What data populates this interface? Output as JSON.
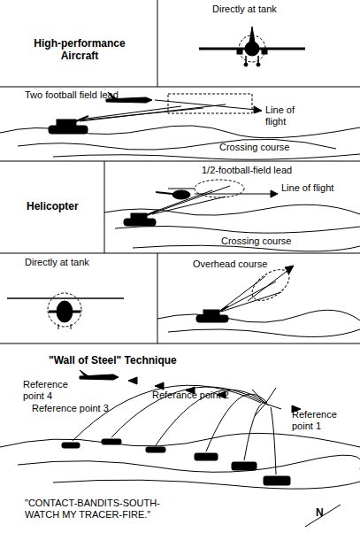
{
  "diagram": {
    "labels": [
      "High-performance Aircraft",
      "Directly at tank",
      "Two football field lead",
      "Line of flight",
      "Crossing course",
      "Helicopter",
      "1/2-football-field lead",
      "Line of flight",
      "Crossing course",
      "Directly at tank",
      "Overhead course",
      "\"Wall of Steel\" Technique",
      "Reference point 4",
      "Referance point 2",
      "Reference point 3",
      "Reference point 1",
      "\"CONTACT-BANDITS-SOUTH- WATCH MY TRACER-FIRE.\"",
      "N"
    ]
  }
}
